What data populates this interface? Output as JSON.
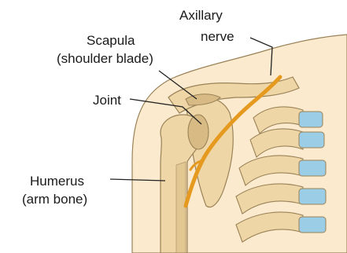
{
  "labels": {
    "axillary_line1": "Axillary",
    "axillary_line2": "nerve",
    "scapula_line1": "Scapula",
    "scapula_line2": "(shoulder blade)",
    "joint": "Joint",
    "humerus_line1": "Humerus",
    "humerus_line2": "(arm bone)"
  },
  "colors": {
    "skin": "#fbeacd",
    "outline": "#9a8258",
    "bone": "#efd6a6",
    "bone_dark": "#d8bb84",
    "cartilage": "#9ccde6",
    "nerve": "#e59a1f",
    "leader": "#222222"
  }
}
